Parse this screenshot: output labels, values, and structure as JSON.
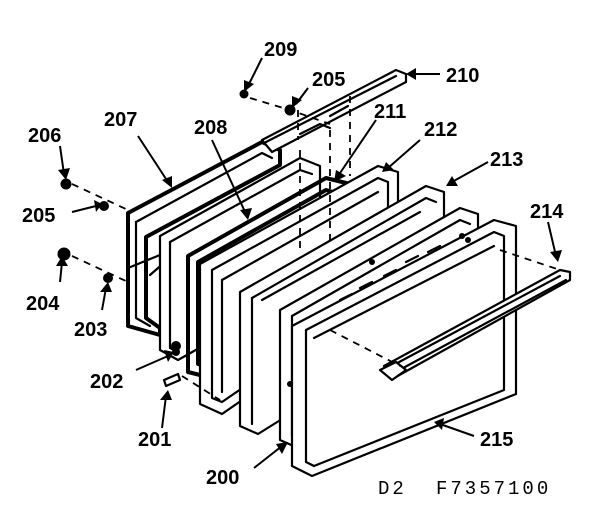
{
  "labels": {
    "p200": "200",
    "p201": "201",
    "p202": "202",
    "p203": "203",
    "p204": "204",
    "p205a": "205",
    "p205b": "205",
    "p206": "206",
    "p207": "207",
    "p208": "208",
    "p209": "209",
    "p210": "210",
    "p211": "211",
    "p212": "212",
    "p213": "213",
    "p214": "214",
    "p215": "215"
  },
  "footer": {
    "diagram_code": "D2",
    "part_number": "F7357100"
  }
}
